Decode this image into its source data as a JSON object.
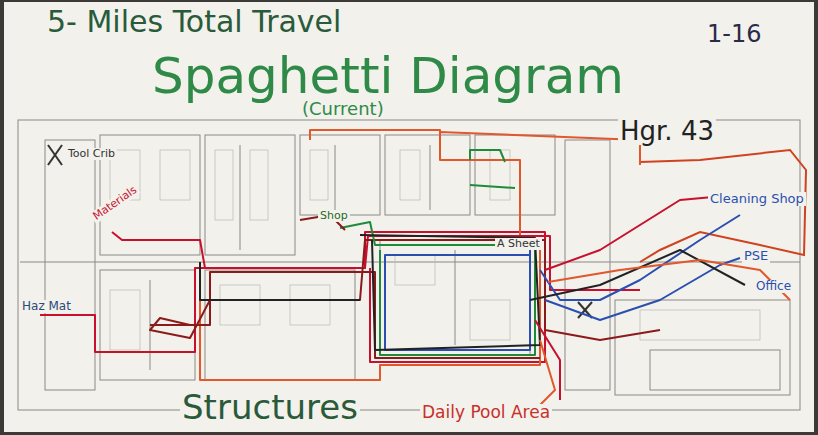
{
  "diagram": {
    "title": "Spaghetti Diagram",
    "labels": [
      "5- Miles Total Travel",
      "1-16",
      "(Current)",
      "Hgr. 43",
      "Structures",
      "Daily Pool Area",
      "Cleaning Shop",
      "PSE",
      "Office",
      "Haz Mat",
      "Materials",
      "Tool Crib",
      "Shop",
      "A Sheet"
    ]
  }
}
